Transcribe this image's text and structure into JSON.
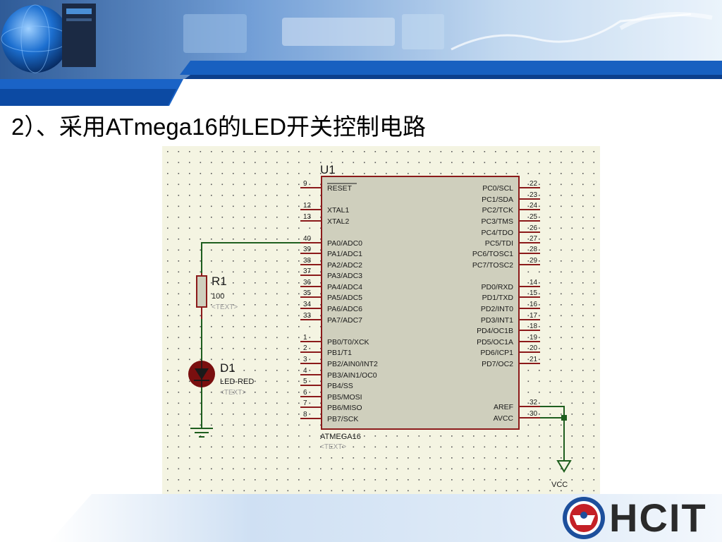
{
  "slide": {
    "title": "2）、采用ATmega16的LED开关控制电路"
  },
  "colors": {
    "pin": "#8b1a1a",
    "wire": "#1e5e1e",
    "chip_fill": "#cfcfbd",
    "canvas": "#f4f4e2",
    "led": "#7a0f0f",
    "banner_blue": "#0a5cb8"
  },
  "chip": {
    "ref": "U1",
    "part": "ATMEGA16",
    "text_placeholder": "<TEXT>",
    "left_pins": [
      {
        "num": "9",
        "name": "RESET"
      },
      {
        "num": "12",
        "name": "XTAL1"
      },
      {
        "num": "13",
        "name": "XTAL2"
      },
      {
        "num": "40",
        "name": "PA0/ADC0"
      },
      {
        "num": "39",
        "name": "PA1/ADC1"
      },
      {
        "num": "38",
        "name": "PA2/ADC2"
      },
      {
        "num": "37",
        "name": "PA3/ADC3"
      },
      {
        "num": "36",
        "name": "PA4/ADC4"
      },
      {
        "num": "35",
        "name": "PA5/ADC5"
      },
      {
        "num": "34",
        "name": "PA6/ADC6"
      },
      {
        "num": "33",
        "name": "PA7/ADC7"
      },
      {
        "num": "1",
        "name": "PB0/T0/XCK"
      },
      {
        "num": "2",
        "name": "PB1/T1"
      },
      {
        "num": "3",
        "name": "PB2/AIN0/INT2"
      },
      {
        "num": "4",
        "name": "PB3/AIN1/OC0"
      },
      {
        "num": "5",
        "name": "PB4/SS"
      },
      {
        "num": "6",
        "name": "PB5/MOSI"
      },
      {
        "num": "7",
        "name": "PB6/MISO"
      },
      {
        "num": "8",
        "name": "PB7/SCK"
      }
    ],
    "right_pins": [
      {
        "num": "22",
        "name": "PC0/SCL"
      },
      {
        "num": "23",
        "name": "PC1/SDA"
      },
      {
        "num": "24",
        "name": "PC2/TCK"
      },
      {
        "num": "25",
        "name": "PC3/TMS"
      },
      {
        "num": "26",
        "name": "PC4/TDO"
      },
      {
        "num": "27",
        "name": "PC5/TDI"
      },
      {
        "num": "28",
        "name": "PC6/TOSC1"
      },
      {
        "num": "29",
        "name": "PC7/TOSC2"
      },
      {
        "num": "14",
        "name": "PD0/RXD"
      },
      {
        "num": "15",
        "name": "PD1/TXD"
      },
      {
        "num": "16",
        "name": "PD2/INT0"
      },
      {
        "num": "17",
        "name": "PD3/INT1"
      },
      {
        "num": "18",
        "name": "PD4/OC1B"
      },
      {
        "num": "19",
        "name": "PD5/OC1A"
      },
      {
        "num": "20",
        "name": "PD6/ICP1"
      },
      {
        "num": "21",
        "name": "PD7/OC2"
      },
      {
        "num": "32",
        "name": "AREF"
      },
      {
        "num": "30",
        "name": "AVCC"
      }
    ]
  },
  "resistor": {
    "ref": "R1",
    "value": "100",
    "text_placeholder": "<TEXT>"
  },
  "led": {
    "ref": "D1",
    "value": "LED-RED",
    "text_placeholder": "<TEXT>"
  },
  "power": {
    "label": "VCC"
  },
  "logo": {
    "text": "HCIT"
  }
}
